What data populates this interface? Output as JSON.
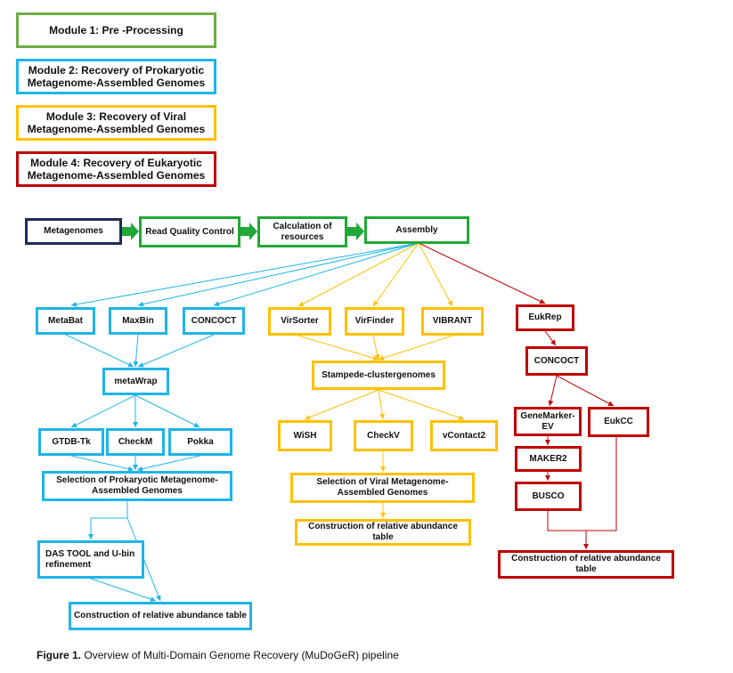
{
  "colors": {
    "module1": "#70ad47",
    "pipeline_green": "#22a838",
    "module2": "#1fb4e8",
    "module3": "#ffc000",
    "module4": "#c00000",
    "input": "#1f2a5c"
  },
  "legend": {
    "module1": "Module 1: Pre -Processing",
    "module2": "Module 2: Recovery of Prokaryotic Metagenome-Assembled Genomes",
    "module3": "Module 3: Recovery of Viral Metagenome-Assembled Genomes",
    "module4": "Module 4: Recovery of Eukaryotic Metagenome-Assembled Genomes"
  },
  "nodes": {
    "metagenomes": "Metagenomes",
    "read_qc": "Read Quality Control",
    "calc_resources": "Calculation of resources",
    "assembly": "Assembly",
    "metabat": "MetaBat",
    "maxbin": "MaxBin",
    "concoct_prok": "CONCOCT",
    "metawrap": "metaWrap",
    "gtdbtk": "GTDB-Tk",
    "checkm": "CheckM",
    "pokka": "Pokka",
    "sel_prok": "Selection of Prokaryotic Metagenome-Assembled Genomes",
    "das_tool": "DAS TOOL and U-bin refinement",
    "abund_prok": "Construction of relative abundance table",
    "virsorter": "VirSorter",
    "virfinder": "VirFinder",
    "vibrant": "VIBRANT",
    "stampede": "Stampede-clustergenomes",
    "wish": "WiSH",
    "checkv": "CheckV",
    "vcontact2": "vContact2",
    "sel_viral": "Selection of Viral Metagenome-Assembled Genomes",
    "abund_viral": "Construction of relative abundance table",
    "eukrep": "EukRep",
    "concoct_euk": "CONCOCT",
    "genemarker": "GeneMarker-EV",
    "eukcc": "EukCC",
    "maker2": "MAKER2",
    "busco": "BUSCO",
    "abund_euk": "Construction of relative abundance table"
  },
  "caption": {
    "label": "Figure 1.",
    "text": "Overview of Multi-Domain Genome Recovery (MuDoGeR) pipeline"
  }
}
